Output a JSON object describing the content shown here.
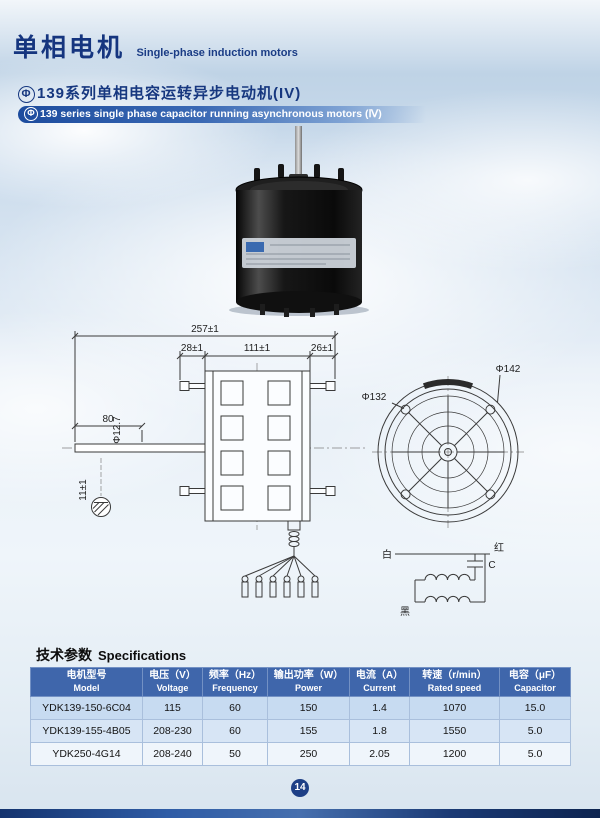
{
  "header": {
    "title_cn": "单相电机",
    "title_en": "Single-phase induction motors"
  },
  "series": {
    "phi": "Φ",
    "title_cn": "139系列单相电容运转异步电动机(IV)",
    "title_en": "139 series single phase capacitor running asynchronous motors (Ⅳ)"
  },
  "drawing": {
    "dim_total": "257±1",
    "dim_left": "28±1",
    "dim_mid": "111±1",
    "dim_right": "26±1",
    "dim_shaft_len": "80",
    "shaft_diameter": "Φ12.7",
    "dim_key": "11±1",
    "dia_inner": "Φ132",
    "dia_outer": "Φ142",
    "lead_white": "白",
    "lead_red": "红",
    "lead_black": "黑",
    "capacitor": "C"
  },
  "specs": {
    "heading_cn": "技术参数",
    "heading_en": "Specifications",
    "columns": [
      {
        "cn": "电机型号",
        "en": "Model"
      },
      {
        "cn": "电压（V）",
        "en": "Voltage"
      },
      {
        "cn": "频率（Hz）",
        "en": "Frequency"
      },
      {
        "cn": "输出功率（W）",
        "en": "Power"
      },
      {
        "cn": "电流（A）",
        "en": "Current"
      },
      {
        "cn": "转速（r/min）",
        "en": "Rated speed"
      },
      {
        "cn": "电容（μF）",
        "en": "Capacitor"
      }
    ],
    "rows": [
      [
        "YDK139-150-6C04",
        "115",
        "60",
        "150",
        "1.4",
        "1070",
        "15.0"
      ],
      [
        "YDK139-155-4B05",
        "208-230",
        "60",
        "155",
        "1.8",
        "1550",
        "5.0"
      ],
      [
        "YDK250-4G14",
        "208-240",
        "50",
        "250",
        "2.05",
        "1200",
        "5.0"
      ]
    ]
  },
  "page_number": "14"
}
